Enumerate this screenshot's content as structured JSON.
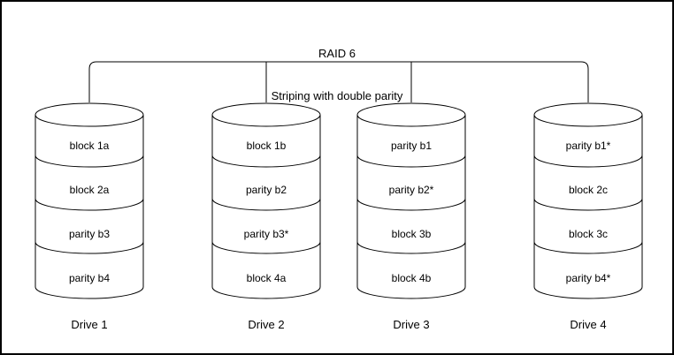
{
  "title": {
    "line1": "RAID 6",
    "line2": "Striping with double parity"
  },
  "drives": [
    {
      "name": "Drive 1",
      "segments": [
        "block 1a",
        "block 2a",
        "parity b3",
        "parity b4"
      ]
    },
    {
      "name": "Drive 2",
      "segments": [
        "block 1b",
        "parity b2",
        "parity b3*",
        "block 4a"
      ]
    },
    {
      "name": "Drive 3",
      "segments": [
        "parity b1",
        "parity b2*",
        "block 3b",
        "block 4b"
      ]
    },
    {
      "name": "Drive 4",
      "segments": [
        "parity b1*",
        "block 2c",
        "block 3c",
        "parity b4*"
      ]
    }
  ],
  "colors": {
    "stroke": "#000000",
    "background": "#ffffff",
    "text": "#000000"
  }
}
